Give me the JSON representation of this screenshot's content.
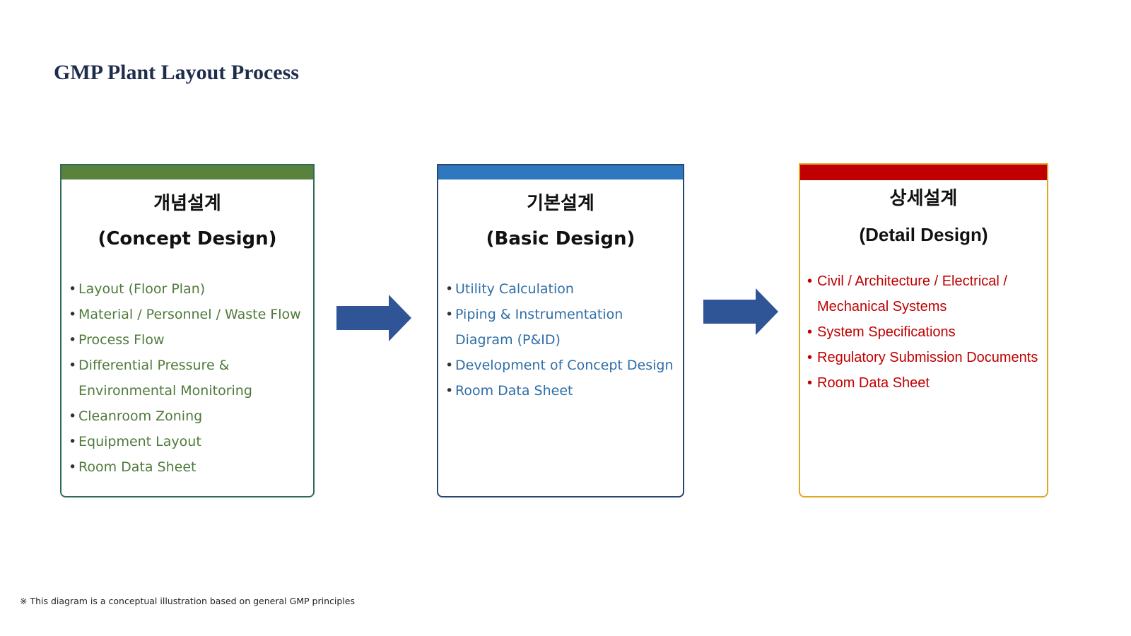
{
  "title": "GMP Plant Layout Process",
  "colors": {
    "concept_bar": "#5a823d",
    "concept_text": "#4f7a3a",
    "basic_bar": "#2f78bf",
    "basic_text": "#2f6ea6",
    "detail_bar": "#c00000",
    "detail_text": "#c00000",
    "arrow": "#2f5597"
  },
  "cards": [
    {
      "heading_ko": "개념설계",
      "heading_en": "(Concept Design)",
      "items": [
        {
          "lines": [
            "Layout (Floor Plan)"
          ]
        },
        {
          "lines": [
            "Material / Personnel / Waste Flow"
          ]
        },
        {
          "lines": [
            "Process Flow"
          ]
        },
        {
          "lines": [
            "Differential Pressure &",
            "Environmental Monitoring"
          ]
        },
        {
          "lines": [
            "Cleanroom Zoning"
          ]
        },
        {
          "lines": [
            "Equipment Layout"
          ]
        },
        {
          "lines": [
            "Room Data Sheet"
          ]
        }
      ]
    },
    {
      "heading_ko": "기본설계",
      "heading_en": "(Basic Design)",
      "items": [
        {
          "lines": [
            "Utility Calculation"
          ]
        },
        {
          "lines": [
            "Piping & Instrumentation",
            "Diagram (P&ID)"
          ]
        },
        {
          "lines": [
            "Development of Concept Design"
          ]
        },
        {
          "lines": [
            "Room Data Sheet"
          ]
        }
      ]
    },
    {
      "heading_ko": "상세설계",
      "heading_en": "(Detail Design)",
      "items": [
        {
          "lines": [
            "Civil / Architecture / Electrical /",
            "Mechanical Systems"
          ]
        },
        {
          "lines": [
            "System Specifications"
          ]
        },
        {
          "lines": [
            "Regulatory Submission Documents"
          ]
        },
        {
          "lines": [
            "Room Data Sheet"
          ]
        }
      ]
    }
  ],
  "bullet": "•",
  "footnote": "※ This diagram is a conceptual illustration based on general GMP principles"
}
